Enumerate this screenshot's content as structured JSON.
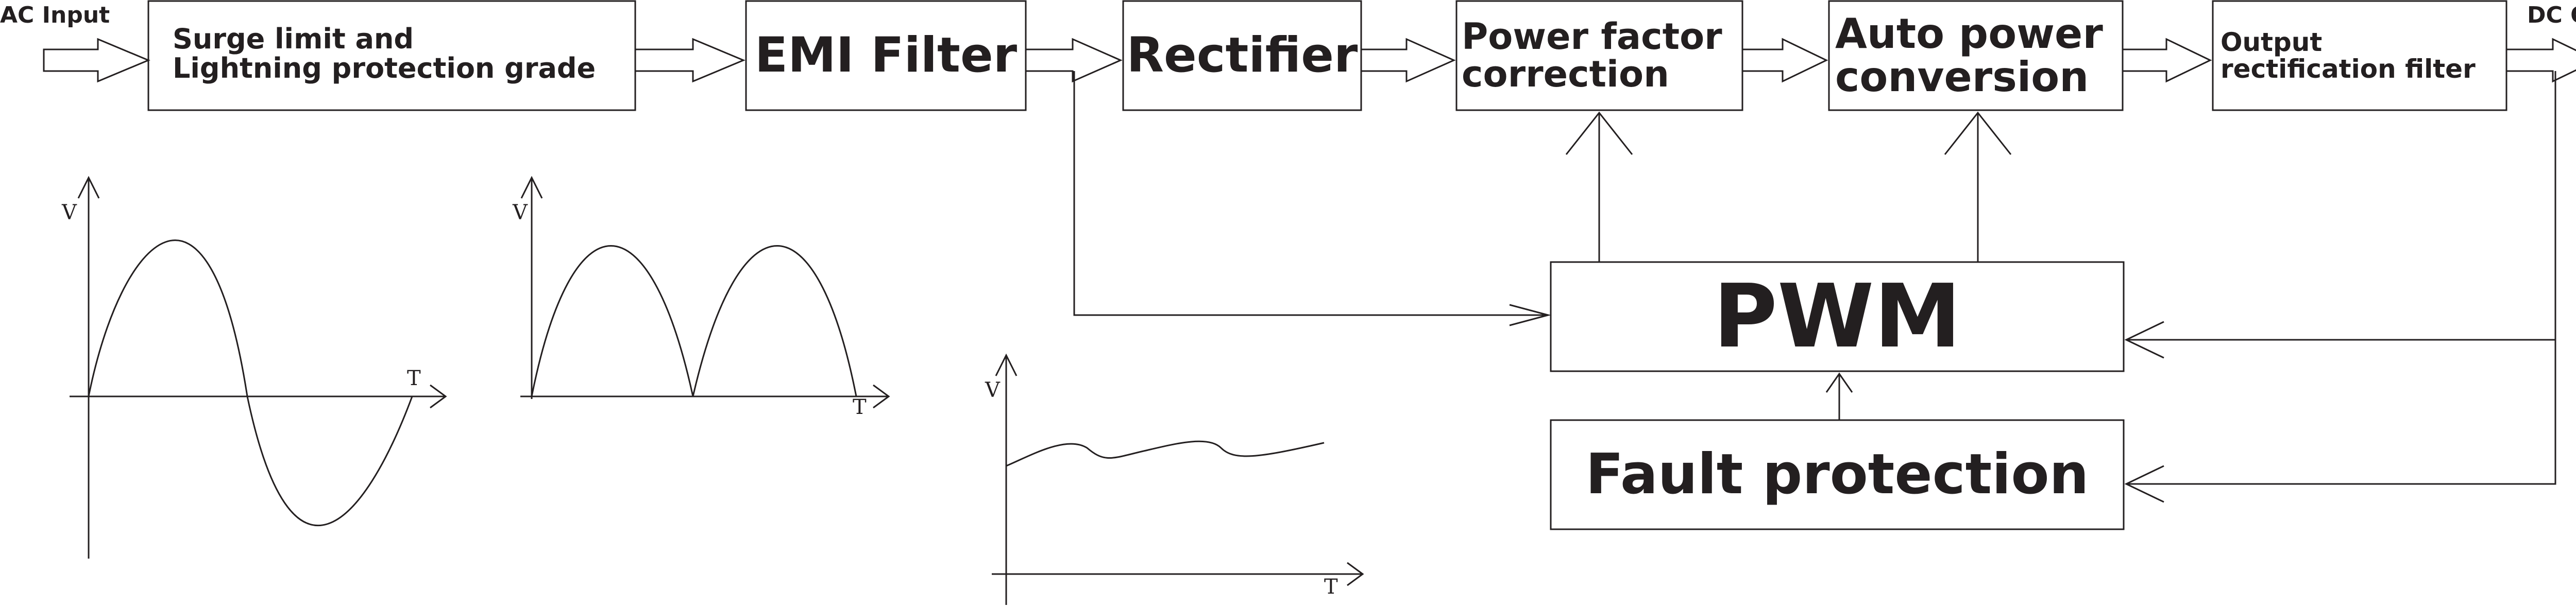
{
  "io": {
    "input_label": "AC Input",
    "output_label": "DC Out"
  },
  "blocks": {
    "surge": "Surge limit and\nLightning protection grade",
    "emi": "EMI Filter",
    "rectifier": "Rectifier",
    "pfc": "Power factor\ncorrection",
    "auto": "Auto power\nconversion",
    "output_filter": "Output\nrectification filter",
    "pwm": "PWM",
    "fault": "Fault protection"
  },
  "waveforms": {
    "ac_sine": {
      "y_axis": "V",
      "x_axis": "T"
    },
    "rectified": {
      "y_axis": "V",
      "x_axis": "T"
    },
    "dc_output": {
      "y_axis": "V",
      "x_axis": "T"
    }
  },
  "colors": {
    "stroke": "#231f20",
    "background": "#ffffff"
  }
}
